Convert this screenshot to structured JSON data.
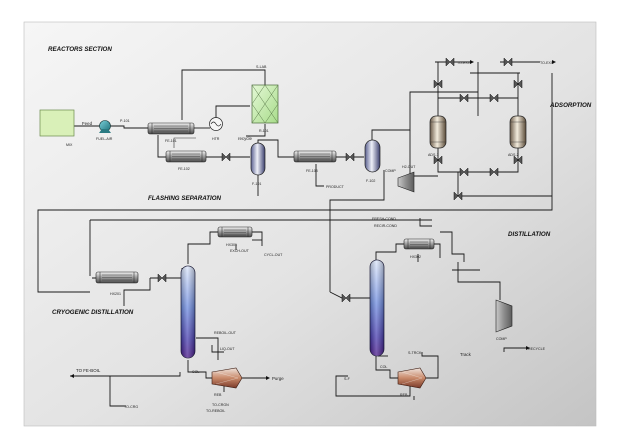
{
  "sections": {
    "reactors": "REACTORS SECTION",
    "flashing": "FLASHING SEPARATION",
    "adsorption": "ADSORPTION",
    "distillation": "DISTILLATION",
    "cryogenic": "CRYOGENIC DISTILLATION"
  },
  "streams": {
    "feed": "Feed",
    "fuel_air": "FUEL-AIR",
    "recycle": "recycle",
    "product": "PRODUCT",
    "to_fe_boil": "TO FE-BOIL",
    "purge": "Purge",
    "recycle_out": "RECYCLE",
    "to_exit_1": "TO-EXIT",
    "to_exit_2": "TO-EXIT",
    "fresh_cond": "FRESH-COND",
    "rec_cond": "RECIR-COND",
    "cyl_out": "CYCL-OUT",
    "reboil_out": "REBOIL-OUT",
    "exch_out": "EXCH-OUT",
    "to_crgn": "TO-CRGN",
    "liq_out": "LIQ-OUT",
    "s_lab": "S-LAB",
    "h2_out": "H2-OUT",
    "to_crg": "TO-CRG",
    "to_reboil": "TO-REBOIL",
    "s_f": "S-F",
    "s_trck": "S-TRCK"
  },
  "equipment": {
    "fe_101": "FE-101",
    "fe_102": "FE-102",
    "fe_103": "FE-103",
    "hx_201": "HX201",
    "hx_301": "HX301",
    "hx_302": "HX302",
    "f_101": "F-101",
    "f_102": "F-102",
    "ads_1": "ADS-1",
    "ads_2": "ADS-2",
    "comp_1": "COMP",
    "comp_2": "COMP",
    "col_1": "COL",
    "col_2": "COL",
    "reb_1": "REB",
    "reb_2": "REB",
    "tank": "Track",
    "heater": "HTR",
    "reactor": "R-101",
    "mixer": "MIX",
    "pump": "P-101"
  },
  "colors": {
    "bg_light": "#f4f4f4",
    "bg_dark": "#c9c9c9",
    "pipe": "#1a1a1a",
    "vessel_light": "#e8eaf4",
    "vessel_dark": "#3b3f6e",
    "column_top": "#d6e2fb",
    "column_mid": "#5a78d8",
    "column_bot": "#4b1a8a",
    "feed_box": "#d9f0b8",
    "reactor": "#c8f0b0",
    "pump": "#2f9aa6",
    "reboiler": "#c98a6a",
    "adsorber": "#d8c9a8"
  }
}
